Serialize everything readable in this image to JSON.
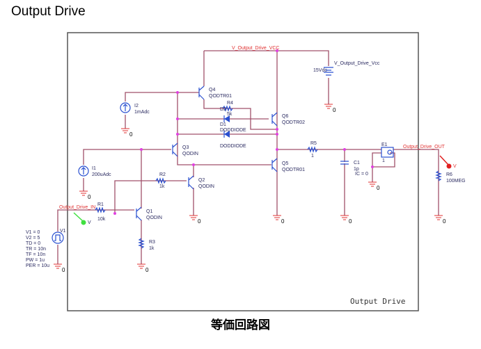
{
  "title": "Output Drive",
  "caption": "等価回路図",
  "frame_title": "Output Drive",
  "nets": {
    "vcc": "V_Output_Drive_VCC",
    "in": "Output_Drive_IN",
    "out": "Output_Drive_OUT",
    "gnd": "0"
  },
  "components": {
    "Q1": {
      "ref": "Q1",
      "model": "QODIN"
    },
    "Q2": {
      "ref": "Q2",
      "model": "QODIN"
    },
    "Q3": {
      "ref": "Q3",
      "model": "QODIN"
    },
    "Q4": {
      "ref": "Q4",
      "model": "QODTR01"
    },
    "Q5": {
      "ref": "Q5",
      "model": "QODTR01"
    },
    "Q6": {
      "ref": "Q6",
      "model": "QODTR02"
    },
    "R1": {
      "ref": "R1",
      "value": "10k"
    },
    "R2": {
      "ref": "R2",
      "value": "1k"
    },
    "R3": {
      "ref": "R3",
      "value": "1k"
    },
    "R4": {
      "ref": "R4",
      "value": "5k"
    },
    "R5": {
      "ref": "R5",
      "value": "1"
    },
    "R6": {
      "ref": "R6",
      "value": "100MEG"
    },
    "C1": {
      "ref": "C1",
      "value": "1p",
      "ic": "IC = 0"
    },
    "D1": {
      "ref": "D1",
      "model": "DODDIODE"
    },
    "D2": {
      "ref": "D2",
      "model": "DODDIODE"
    },
    "I1": {
      "ref": "I1",
      "value": "200uAdc"
    },
    "I2": {
      "ref": "I2",
      "value": "1mAdc"
    },
    "E1": {
      "ref": "E1",
      "gain": "1"
    },
    "VCC": {
      "ref": "V_Output_Drive_Vcc",
      "value": "15Vdc"
    },
    "V1": {
      "ref": "V1",
      "params": [
        "V1 = 0",
        "V2 = 5",
        "TD = 0",
        "TR = 10n",
        "TF = 10n",
        "PW = 1u",
        "PER = 10u"
      ]
    }
  },
  "probe_label": "V",
  "colors": {
    "wire": "#a0506a",
    "component": "#2a50d0",
    "net_label": "#e03030",
    "junction": "#e040e0",
    "probe_out": "#e02020",
    "probe_in": "#40e040"
  }
}
